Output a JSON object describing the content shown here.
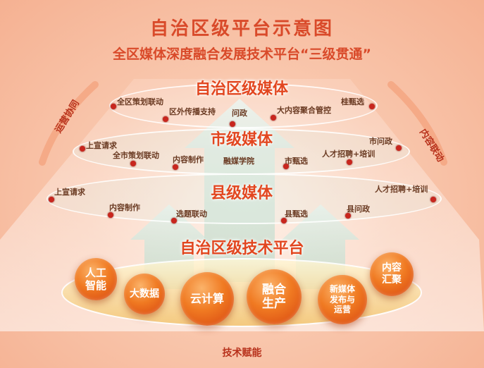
{
  "title": "自治区级平台示意图",
  "subtitle": "全区媒体深度融合发展技术平台“三级贯通”",
  "left_arrow_label": "运营协同",
  "right_arrow_label": "内容联动",
  "bottom_label": "技术赋能",
  "tiers": {
    "regional": {
      "title": "自治区级媒体",
      "items": [
        "全区策划联动",
        "区外传播支持",
        "问政",
        "大内容聚合管控",
        "桂甄选"
      ]
    },
    "city": {
      "title": "市级媒体",
      "items": [
        "上宣请求",
        "全市策划联动",
        "内容制作",
        "融媒学院",
        "市甄选",
        "人才招聘+培训",
        "市问政"
      ]
    },
    "county": {
      "title": "县级媒体",
      "items": [
        "上宣请求",
        "内容制作",
        "选题联动",
        "县甄选",
        "县问政",
        "人才招聘+培训"
      ]
    }
  },
  "platform": {
    "title": "自治区级技术平台",
    "modules": [
      {
        "line1": "人工",
        "line2": "智能",
        "line3": ""
      },
      {
        "line1": "大数据",
        "line2": "",
        "line3": ""
      },
      {
        "line1": "云计算",
        "line2": "",
        "line3": ""
      },
      {
        "line1": "融合",
        "line2": "生产",
        "line3": ""
      },
      {
        "line1": "新媒体",
        "line2": "发布与",
        "line3": "运营"
      },
      {
        "line1": "内容",
        "line2": "汇聚",
        "line3": ""
      }
    ]
  },
  "colors": {
    "accent": "#d94a2a",
    "dot": "#c8261e",
    "ball": "#f07a22"
  }
}
